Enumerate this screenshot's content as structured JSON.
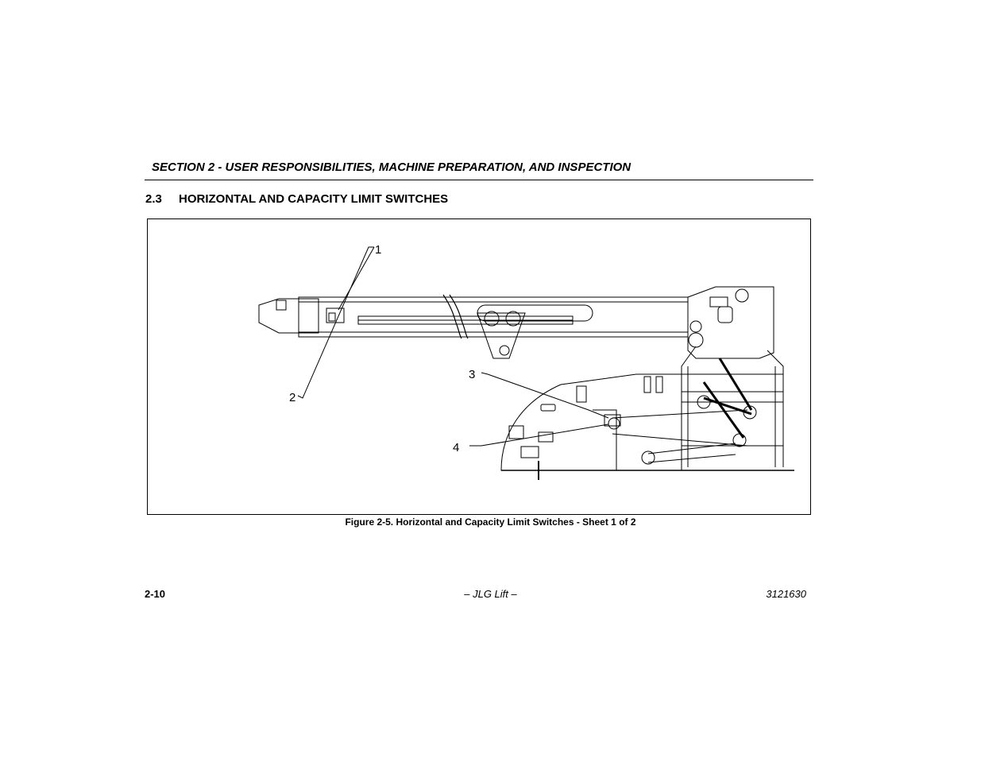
{
  "header": {
    "section_title": "SECTION 2 - USER RESPONSIBILITIES, MACHINE PREPARATION, AND INSPECTION"
  },
  "subsection": {
    "number": "2.3",
    "title": "HORIZONTAL AND CAPACITY LIMIT SWITCHES"
  },
  "figure": {
    "callouts": [
      "1",
      "2",
      "3",
      "4"
    ],
    "caption": "Figure 2-5. Horizontal and Capacity Limit Switches - Sheet 1 of 2"
  },
  "footer": {
    "page_number": "2-10",
    "center": "– JLG Lift –",
    "document_number": "3121630"
  }
}
